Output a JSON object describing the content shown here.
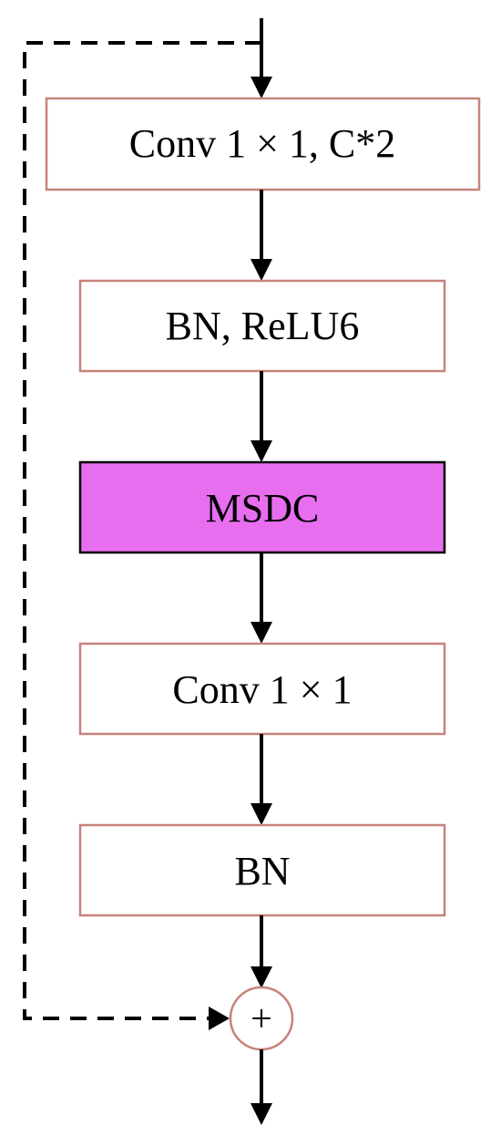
{
  "diagram": {
    "blocks": [
      {
        "id": "conv1",
        "label": "Conv 1 × 1, C*2"
      },
      {
        "id": "bn_relu6",
        "label": "BN, ReLU6"
      },
      {
        "id": "msdc",
        "label": "MSDC"
      },
      {
        "id": "conv2",
        "label": "Conv 1 × 1"
      },
      {
        "id": "bn",
        "label": "BN"
      }
    ],
    "adder": {
      "symbol": "+"
    },
    "colors": {
      "box_border": "#c8827c",
      "msdc_fill": "#e86ef0",
      "msdc_border": "#000000",
      "line": "#000000"
    }
  }
}
